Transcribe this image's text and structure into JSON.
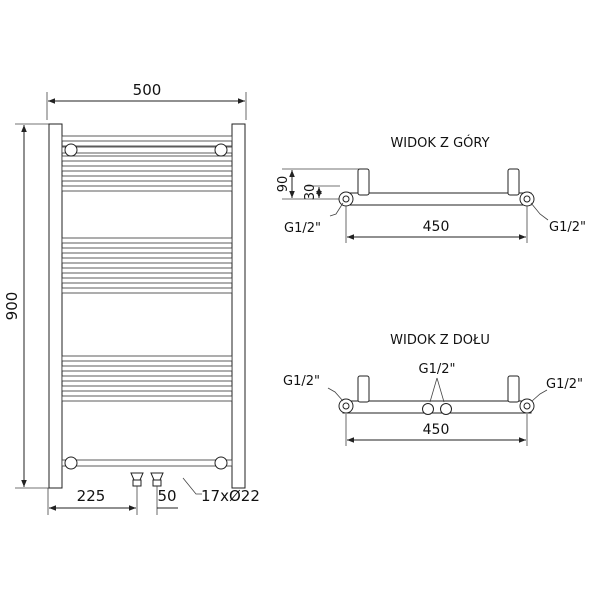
{
  "front_view": {
    "width_label": "500",
    "height_label": "900",
    "left_offset_label": "225",
    "spacing_label": "50",
    "tubes_label": "17xØ22"
  },
  "top_view": {
    "title": "WIDOK Z GÓRY",
    "depth_label": "90",
    "offset_label": "30",
    "left_connection": "G1/2\"",
    "right_connection": "G1/2\"",
    "width_label": "450"
  },
  "bottom_view": {
    "title": "WIDOK Z DOŁU",
    "left_connection": "G1/2\"",
    "center_connection": "G1/2\"",
    "right_connection": "G1/2\"",
    "width_label": "450"
  },
  "colors": {
    "line": "#222222",
    "background": "#ffffff"
  }
}
